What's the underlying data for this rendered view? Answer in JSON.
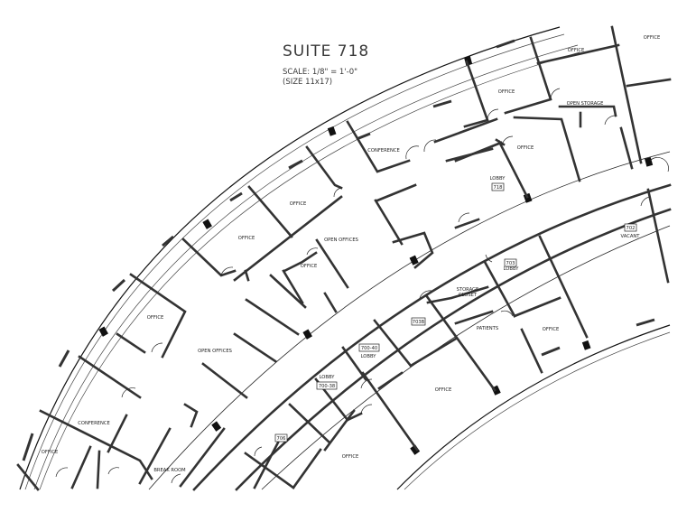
{
  "header": {
    "title": "SUITE  718",
    "scale": "SCALE:  1/8\"  =  1'-0\"",
    "size": "(SIZE  11x17)"
  },
  "rooms": {
    "office_top_right": "OFFICE",
    "office_upper": "OFFICE",
    "office_upper_mid": "OFFICE",
    "open_storage": "OPEN STORAGE",
    "office_near_lobby": "OFFICE",
    "conference_top": "CONFERENCE",
    "lobby_718": "LOBBY",
    "office_a": "OFFICE",
    "office_b": "OFFICE",
    "open_offices_upper": "OPEN OFFICES",
    "office_small": "OFFICE",
    "office_left_mid": "OFFICE",
    "open_offices_lower": "OPEN OFFICES",
    "conference_left": "CONFERENCE",
    "office_bottom_left": "OFFICE",
    "break_room": "BREAK ROOM",
    "vacant": "VACANT",
    "lobby_703": "LOBBY",
    "storage_closet_1": "STORAGE",
    "storage_closet_2": "CLOSET",
    "patients": "PATIENTS",
    "office_right_lower": "OFFICE",
    "lobby_700_40": "LOBBY",
    "office_center_lower": "OFFICE",
    "lobby_700_38": "LOBBY",
    "office_bottom_mid": "OFFICE"
  },
  "tags": {
    "suite_718": "718",
    "suite_702": "702",
    "suite_703": "703",
    "suite_703b": "703B",
    "suite_700_40": "700-40",
    "suite_700_38": "700-38",
    "suite_706": "706"
  }
}
